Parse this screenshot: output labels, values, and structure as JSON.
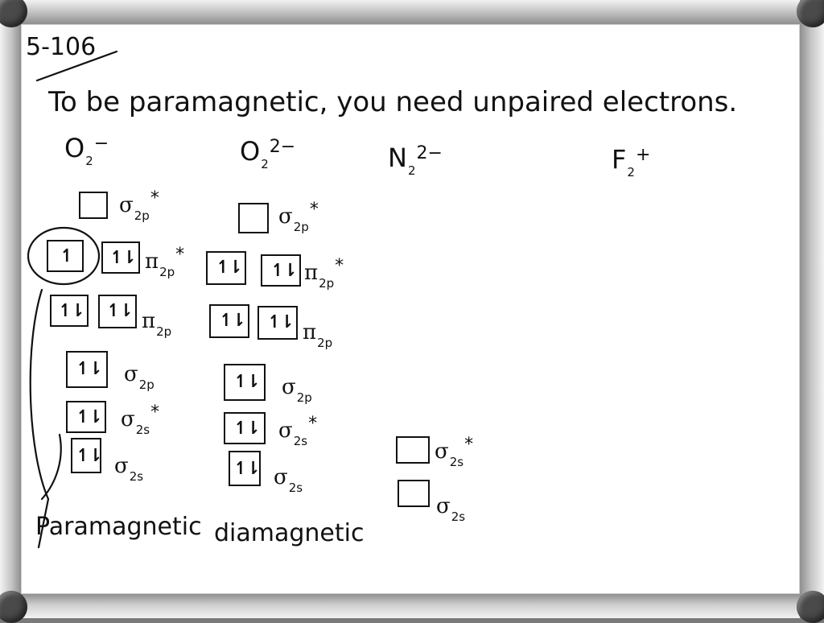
{
  "problem_number": "5-106",
  "statement": "To be paramagnetic, you need unpaired electrons.",
  "species": [
    {
      "base": "O",
      "subscript": "2",
      "charge": "−"
    },
    {
      "base": "O",
      "subscript": "2",
      "charge": "2−"
    },
    {
      "base": "N",
      "subscript": "2",
      "charge": "2−"
    },
    {
      "base": "F",
      "subscript": "2",
      "charge": "+"
    }
  ],
  "orbital_labels": {
    "sigma_star_2p": {
      "sym": "σ",
      "sub": "2p",
      "sup": "*"
    },
    "pi_star_2p": {
      "sym": "π",
      "sub": "2p",
      "sup": "*"
    },
    "pi_2p": {
      "sym": "π",
      "sub": "2p",
      "sup": ""
    },
    "sigma_2p": {
      "sym": "σ",
      "sub": "2p",
      "sup": ""
    },
    "sigma_star_2s": {
      "sym": "σ",
      "sub": "2s",
      "sup": "*"
    },
    "sigma_2s": {
      "sym": "σ",
      "sub": "2s",
      "sup": ""
    }
  },
  "diagram_o2_minus": {
    "sigma_star_2p": [
      ""
    ],
    "pi_star_2p": [
      "↿",
      "↿⇂"
    ],
    "pi_2p": [
      "↿⇂",
      "↿⇂"
    ],
    "sigma_2p": [
      "↿⇂"
    ],
    "sigma_star_2s": [
      "↿⇂"
    ],
    "sigma_2s": [
      "↿⇂"
    ]
  },
  "diagram_o2_2minus": {
    "sigma_star_2p": [
      ""
    ],
    "pi_star_2p": [
      "↿⇂",
      "↿⇂"
    ],
    "pi_2p": [
      "↿⇂",
      "↿⇂"
    ],
    "sigma_2p": [
      "↿⇂"
    ],
    "sigma_star_2s": [
      "↿⇂"
    ],
    "sigma_2s": [
      "↿⇂"
    ]
  },
  "diagram_n2_2minus": {
    "sigma_star_2s": [
      ""
    ],
    "sigma_2s": [
      ""
    ]
  },
  "conclusions": [
    "Paramagnetic",
    "diamagnetic"
  ]
}
